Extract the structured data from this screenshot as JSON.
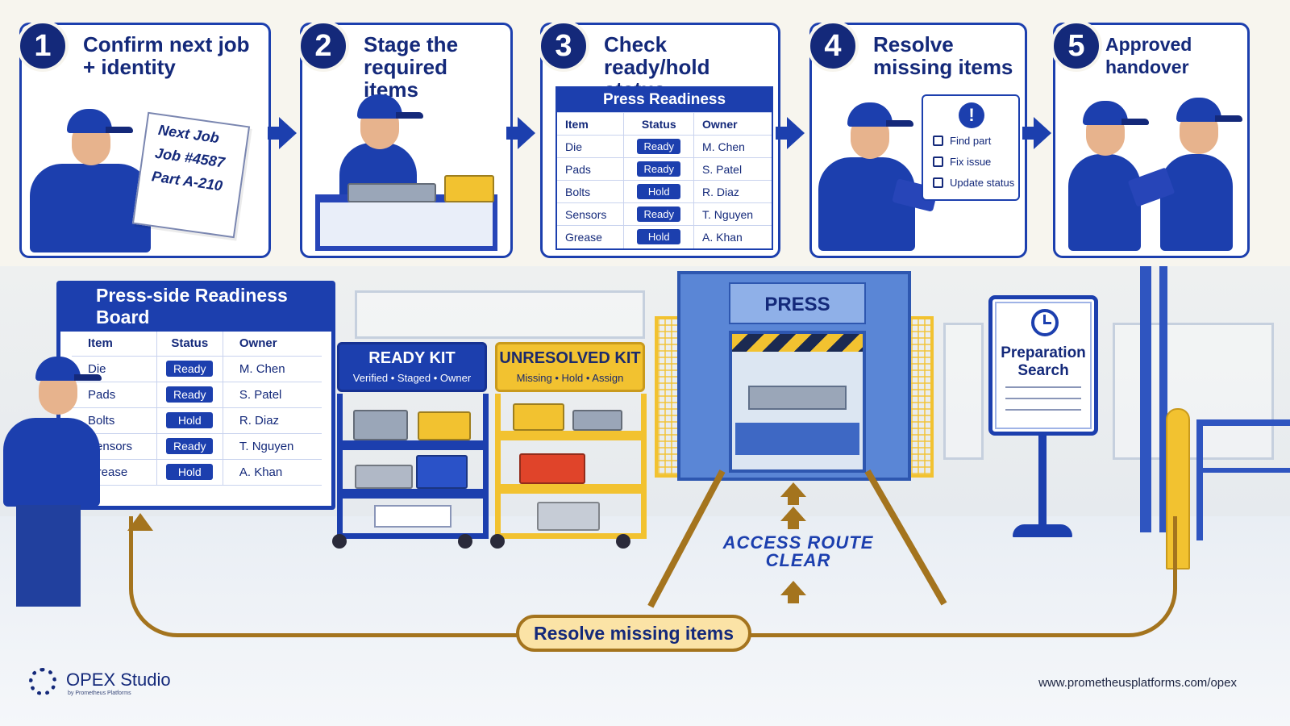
{
  "steps": [
    {
      "num": "1",
      "title": "Confirm next job + identity"
    },
    {
      "num": "2",
      "title": "Stage the required items"
    },
    {
      "num": "3",
      "title": "Check ready/hold status"
    },
    {
      "num": "4",
      "title": "Resolve missing items"
    },
    {
      "num": "5",
      "title": "Approved handover"
    }
  ],
  "next_job_paper": {
    "line1": "Next Job",
    "line2": "Job #4587",
    "line3": "Part A-210"
  },
  "press_readiness": {
    "title": "Press Readiness",
    "headers": [
      "Item",
      "Status",
      "Owner"
    ],
    "rows": [
      {
        "item": "Die",
        "status": "Ready",
        "owner": "M. Chen"
      },
      {
        "item": "Pads",
        "status": "Ready",
        "owner": "S. Patel"
      },
      {
        "item": "Bolts",
        "status": "Hold",
        "owner": "R. Diaz"
      },
      {
        "item": "Sensors",
        "status": "Ready",
        "owner": "T. Nguyen"
      },
      {
        "item": "Grease",
        "status": "Hold",
        "owner": "A. Khan"
      }
    ]
  },
  "checklist": {
    "items": [
      "Find part",
      "Fix issue",
      "Update status"
    ]
  },
  "board": {
    "title": "Press-side Readiness Board",
    "headers": [
      "Item",
      "Status",
      "Owner"
    ],
    "rows": [
      {
        "item": "Die",
        "status": "Ready",
        "owner": "M. Chen"
      },
      {
        "item": "Pads",
        "status": "Ready",
        "owner": "S. Patel"
      },
      {
        "item": "Bolts",
        "status": "Hold",
        "owner": "R. Diaz"
      },
      {
        "item": "Sensors",
        "status": "Ready",
        "owner": "T. Nguyen"
      },
      {
        "item": "Grease",
        "status": "Hold",
        "owner": "A. Khan"
      }
    ]
  },
  "ready_kit": {
    "title": "READY KIT",
    "subtitle": "Verified • Staged • Owner"
  },
  "unresolved_kit": {
    "title": "UNRESOLVED KIT",
    "subtitle": "Missing • Hold • Assign"
  },
  "press": {
    "label": "PRESS"
  },
  "access_route": {
    "line1": "ACCESS ROUTE",
    "line2": "CLEAR"
  },
  "prep_sign": {
    "line1": "Preparation",
    "line2": "Search"
  },
  "loop_label": "Resolve missing items",
  "footer": {
    "brand": "OPEX Studio",
    "brand_sub": "by Prometheus Platforms",
    "url": "www.prometheusplatforms.com/opex"
  },
  "colors": {
    "primary_blue": "#1c3fae",
    "accent_gold": "#a4741e",
    "unresolved_yellow": "#f2c230"
  }
}
